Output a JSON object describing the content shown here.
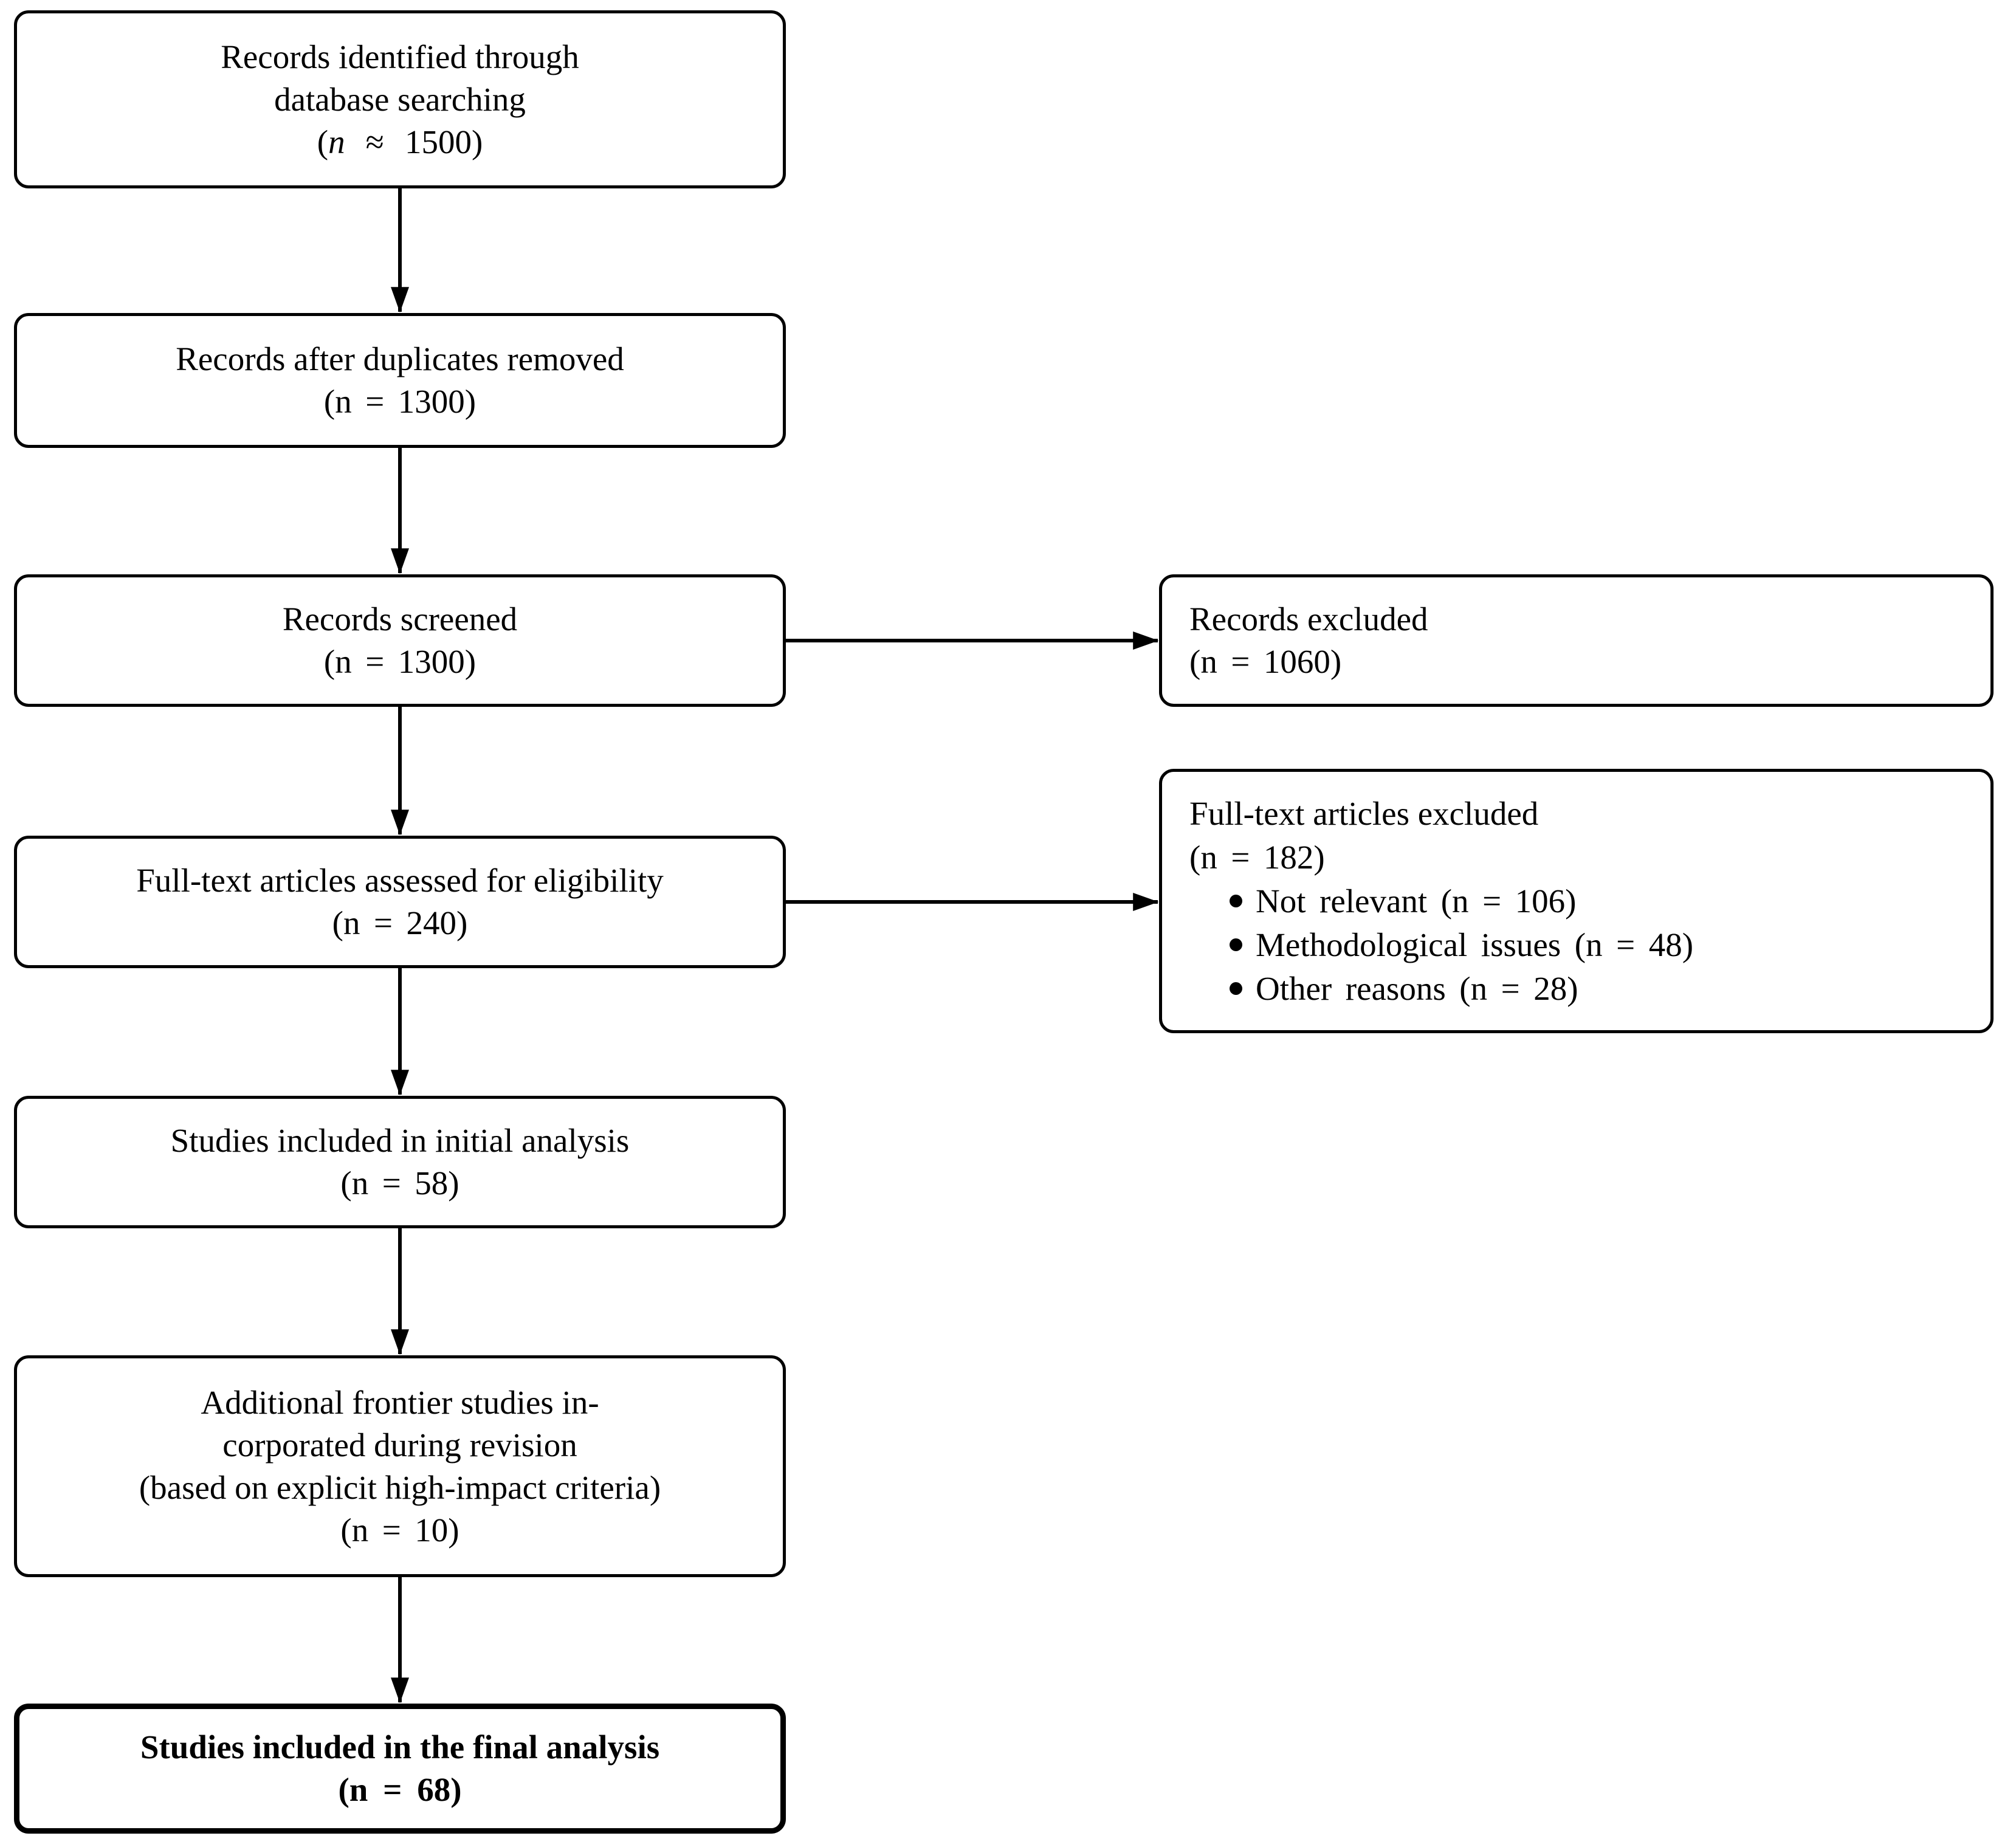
{
  "flow": {
    "box_identified": {
      "lines": [
        "Records identified through",
        "database searching"
      ],
      "count_parts": [
        "(",
        "n",
        "≈",
        "1500)"
      ]
    },
    "box_duplicates": {
      "lines": [
        "Records after duplicates removed",
        "(n = 1300)"
      ]
    },
    "box_screened": {
      "lines": [
        "Records screened",
        "(n = 1300)"
      ]
    },
    "box_fulltext_assessed": {
      "lines": [
        "Full-text articles assessed for eligibility",
        "(n = 240)"
      ]
    },
    "box_initial": {
      "lines": [
        "Studies included in initial analysis",
        "(n = 58)"
      ]
    },
    "box_additional": {
      "lines": [
        "Additional frontier studies in-",
        "corporated during revision",
        "(based on explicit high-impact criteria)",
        "(n = 10)"
      ]
    },
    "box_final": {
      "title": "Studies included in the final analysis",
      "count_parts": [
        "(n",
        "=",
        "68)"
      ]
    },
    "box_excluded": {
      "lines": [
        "Records excluded",
        "(n = 1060)"
      ]
    },
    "box_fulltext_excluded": {
      "lines": [
        "Full-text articles excluded",
        "(n = 182)"
      ],
      "bullets": [
        "Not relevant (n = 106)",
        "Methodological issues (n = 48)",
        "Other reasons (n = 28)"
      ]
    }
  },
  "colors": {
    "ink": "#000000",
    "paper": "#ffffff"
  }
}
